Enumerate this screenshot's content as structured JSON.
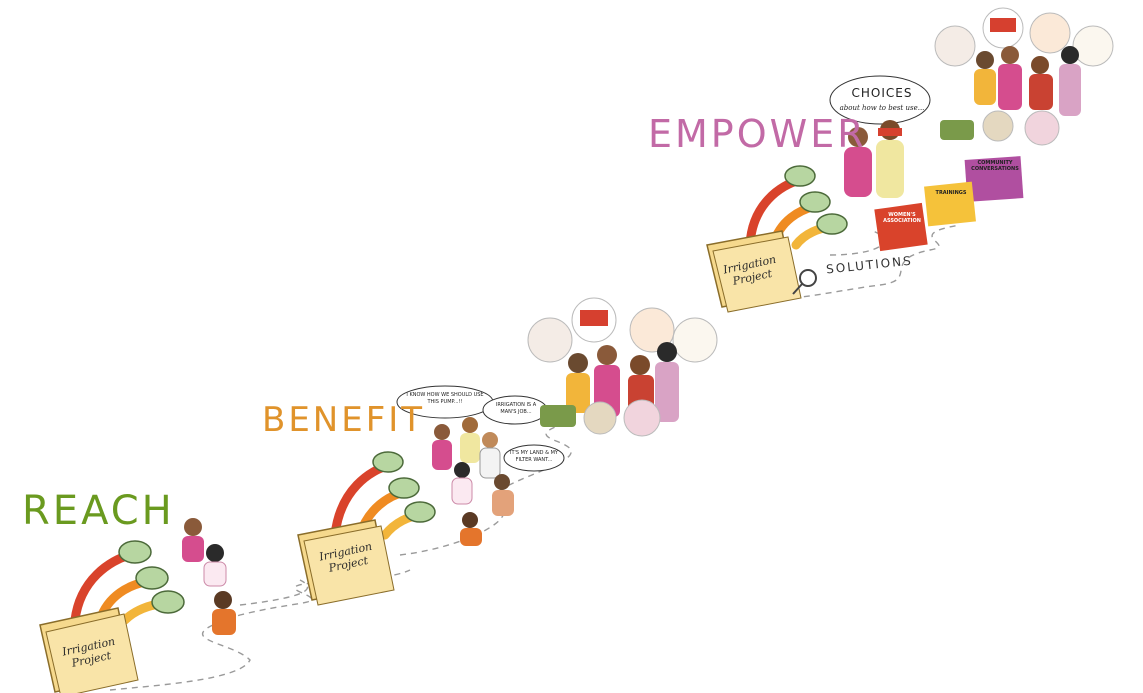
{
  "stages": {
    "reach": "REACH",
    "benefit": "BENEFIT",
    "empower": "EMPOWER"
  },
  "folder_label": "Irrigation Project",
  "speech": {
    "choices": "CHOICES",
    "choices_sub": "about how to best use...",
    "quote_1": "I KNOW HOW WE SHOULD USE THIS PUMP...!!",
    "quote_2": "IRRIGATION IS A MAN'S JOB...",
    "quote_3": "IT'S MY LAND & MY FILTER WANT..."
  },
  "solutions": "SOLUTIONS",
  "cards": {
    "community": "COMMUNITY CONVERSATIONS",
    "trainings": "TRAININGS",
    "third": "WOMEN'S ASSOCIATION"
  },
  "colors": {
    "reach": "#6a9a1f",
    "benefit": "#e0932b",
    "empower": "#c26aa6",
    "pipe_red": "#d9432b",
    "pipe_orange": "#ef8b22",
    "pipe_yellow": "#f2b53a",
    "folder": "#f6d98d",
    "pump": "#b7d6a1"
  }
}
